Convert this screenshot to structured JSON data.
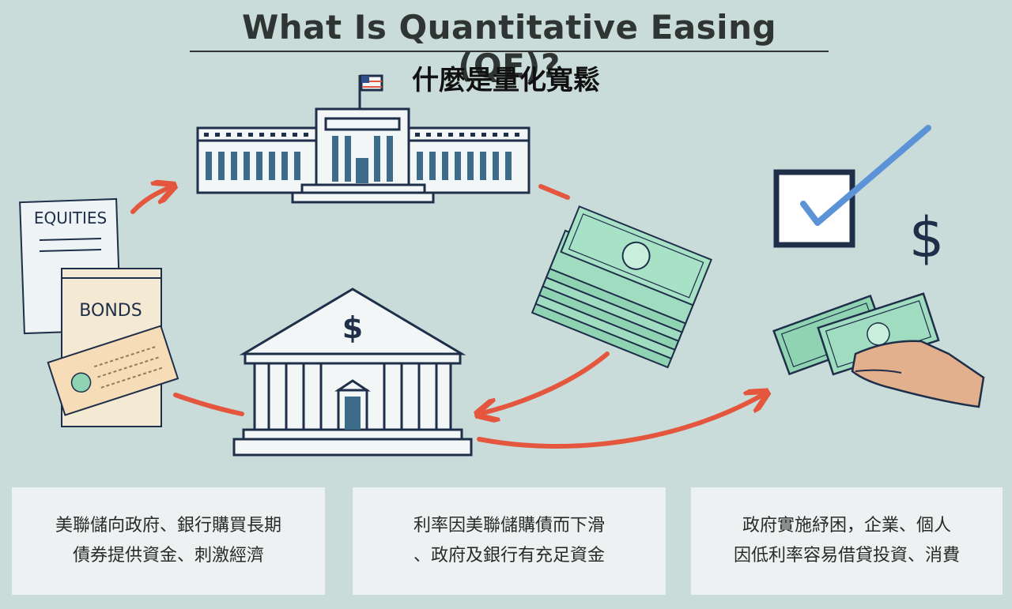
{
  "title": "What Is Quantitative Easing (QE)?",
  "subtitle": "什麼是量化寬鬆",
  "labels": {
    "equities": "EQUITIES",
    "bonds": "BONDS",
    "dollar": "$",
    "dollar_right": "$"
  },
  "boxes": [
    {
      "line1": "美聯儲向政府、銀行購買長期",
      "line2": "債券提供資金、刺激經濟"
    },
    {
      "line1": "利率因美聯儲購債而下滑",
      "line2": "、政府及銀行有充足資金"
    },
    {
      "line1": "政府實施紓困，企業、個人",
      "line2": "因低利率容易借貸投資、消費"
    }
  ],
  "colors": {
    "background": "#c9dcd9",
    "arrow": "#e4573e",
    "outline": "#1f2f4a",
    "money": "#8fd3b3",
    "check": "#5b93d6",
    "paper": "#f4e9d3"
  }
}
